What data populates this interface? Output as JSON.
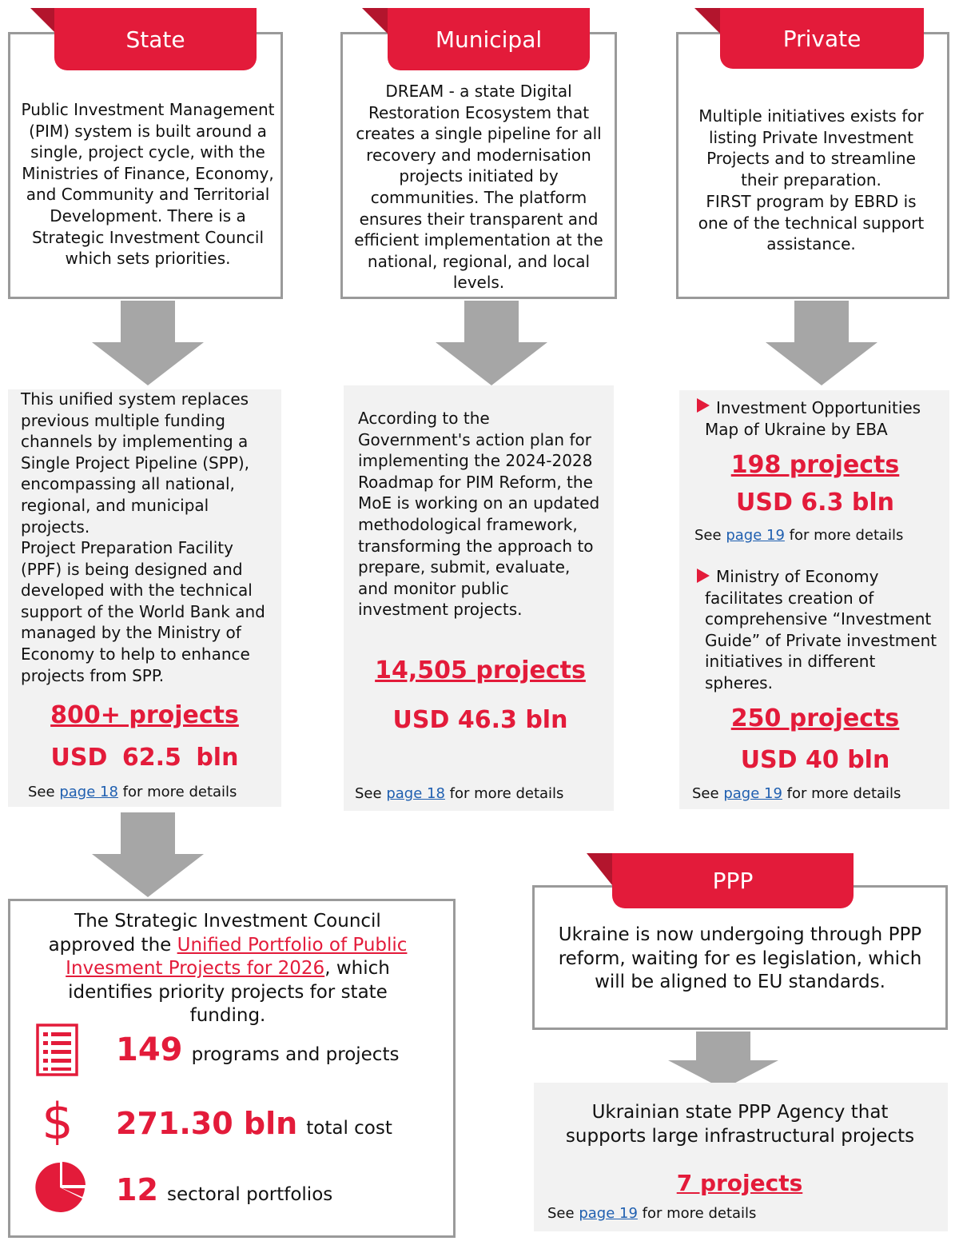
{
  "state": {
    "tab": "State",
    "top_text": "Public Investment Management (PIM) system is built around a single, project cycle, with the Ministries of Finance, Economy, and Community and Territorial Development. There is a Strategic Investment Council which sets priorities.",
    "body_text_1": "This unified system replaces previous multiple funding channels by implementing a Single Project Pipeline (SPP), encompassing all national, regional, and municipal projects.",
    "body_text_2": "Project Preparation Facility (PPF) is being designed and developed with the technical support of the World Bank and managed by the Ministry of Economy to help to enhance projects from SPP.",
    "projects": "800+ projects",
    "amount": "USD 62.5 bln",
    "see_prefix": "See",
    "see_link": "page 18",
    "see_suffix": "for more details"
  },
  "municipal": {
    "tab": "Municipal",
    "top_text": "DREAM - a state Digital Restoration Ecosystem that creates a single pipeline for all recovery and modernisation projects initiated by communities. The platform ensures their transparent and efficient implementation at the national, regional, and local levels.",
    "body_text": "According to the Government's action plan for implementing the 2024-2028 Roadmap for PIM Reform, the MoE is working on an updated methodological framework, transforming the approach to prepare, submit, evaluate, and monitor public investment projects.",
    "projects": "14,505 projects",
    "amount": "USD 46.3 bln",
    "see_prefix": "See",
    "see_link": "page 18",
    "see_suffix": "for more details"
  },
  "private": {
    "tab": "Private",
    "top_text_1": "Multiple initiatives exists for listing Private Investment Projects and to streamline their preparation.",
    "top_text_2": "FIRST program by EBRD is one of the technical support assistance.",
    "item1_text": "Investment Opportunities Map of Ukraine by EBA",
    "item1_projects": "198 projects",
    "item1_amount": "USD 6.3 bln",
    "item2_text": "Ministry of Economy facilitates creation of comprehensive “Investment Guide” of Private investment initiatives in different spheres.",
    "item2_projects": "250 projects",
    "item2_amount": "USD 40 bln",
    "see_prefix": "See",
    "see_link": "page 19",
    "see_suffix": "for more details"
  },
  "council": {
    "text_before": "The Strategic Investment Council approved the",
    "link": "Unified Portfolio of Public Invesment Projects for 2026",
    "text_after": ", which identifies priority projects for state funding.",
    "stat1_value": "149",
    "stat1_label": "programs and projects",
    "stat2_value": "271.30 bln",
    "stat2_label": "total cost",
    "stat3_value": "12",
    "stat3_label": "sectoral portfolios",
    "icons": [
      "list-document-icon",
      "dollar-sign-icon",
      "pie-chart-icon"
    ]
  },
  "ppp": {
    "tab": "PPP",
    "top_text": "Ukraine is now undergoing through PPP reform, waiting for es legislation, which will be aligned to EU standards.",
    "body_text": "Ukrainian state PPP Agency that supports large infrastructural projects",
    "projects": "7 projects",
    "see_prefix": "See",
    "see_link": "page 19",
    "see_suffix": "for more details"
  },
  "colors": {
    "accent_red": "#e31b3a",
    "border_grey": "#9a9a9a",
    "panel_grey": "#f2f2f2",
    "arrow_grey": "#a6a6a6",
    "link_blue": "#1f5fb0"
  }
}
